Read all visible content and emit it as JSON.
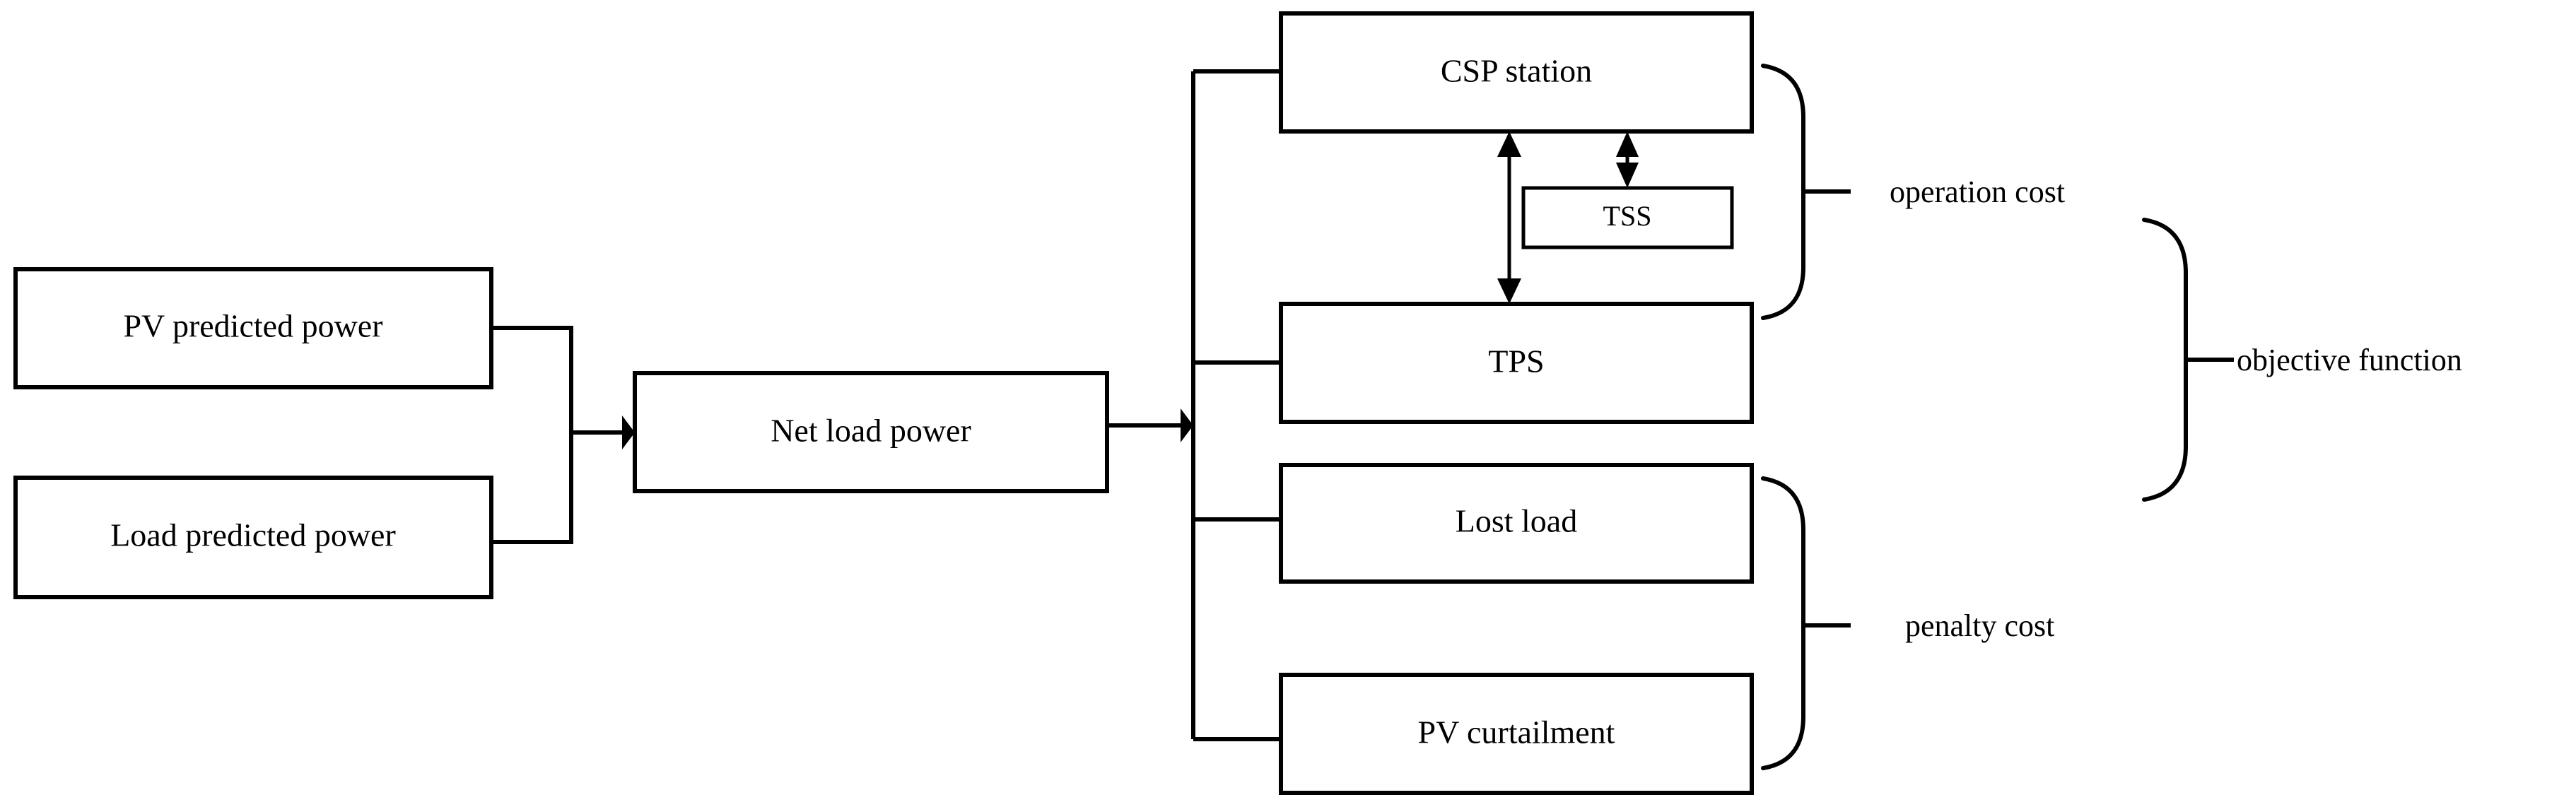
{
  "diagram": {
    "title": "Objective function composition block diagram",
    "colors": {
      "stroke": "#000000",
      "background": "#ffffff",
      "text": "#000000"
    },
    "nodes": {
      "pv_predicted_power": "PV predicted power",
      "load_predicted_power": "Load predicted power",
      "net_load_power": "Net load power",
      "csp_station": "CSP station",
      "tss": "TSS",
      "tps": "TPS",
      "lost_load": "Lost load",
      "pv_curtailment": "PV curtailment"
    },
    "groups": {
      "operation_cost": "operation cost",
      "penalty_cost": "penalty cost",
      "objective_function": "objective function"
    }
  }
}
